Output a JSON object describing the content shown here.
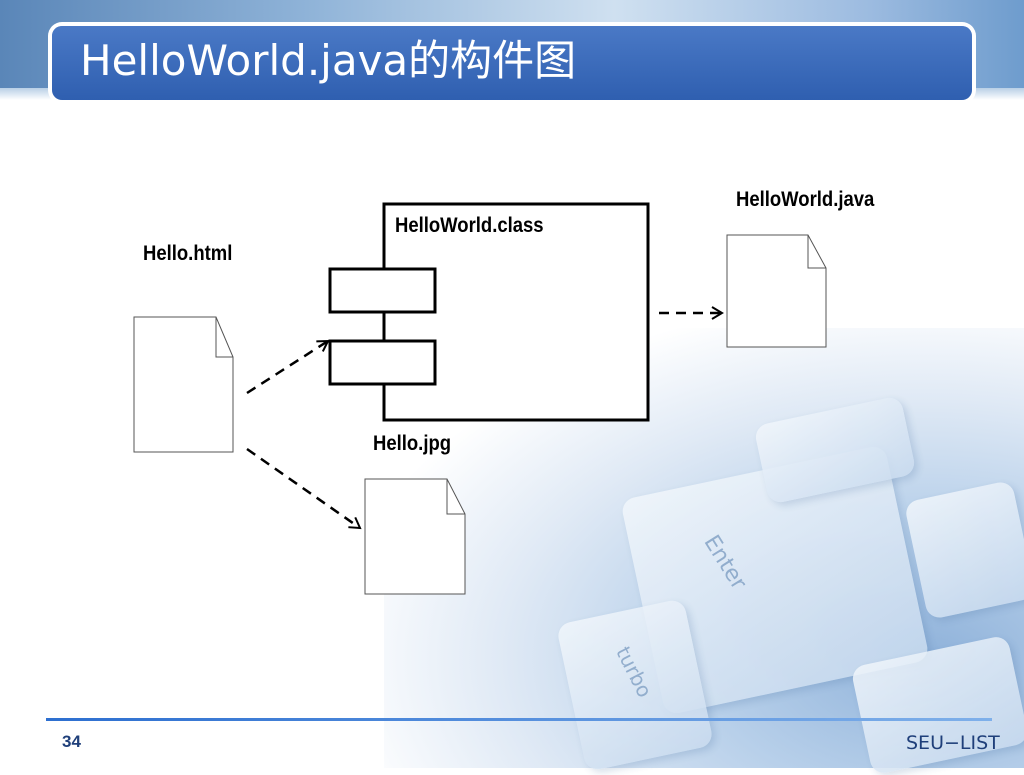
{
  "slide": {
    "title": "HelloWorld.java的构件图",
    "page_number": "34",
    "footer_brand": "SEU−LIST"
  },
  "diagram": {
    "component_label": "HelloWorld.class",
    "artifacts": [
      {
        "id": "hello_html",
        "label": "Hello.html"
      },
      {
        "id": "hello_jpg",
        "label": "Hello.jpg"
      },
      {
        "id": "helloworld_java",
        "label": "HelloWorld.java"
      }
    ],
    "dependencies": [
      {
        "from": "hello_html",
        "to": "component"
      },
      {
        "from": "hello_html",
        "to": "hello_jpg"
      },
      {
        "from": "component",
        "to": "helloworld_java"
      }
    ]
  },
  "background_keycaps": [
    "Enter",
    "turbo"
  ]
}
